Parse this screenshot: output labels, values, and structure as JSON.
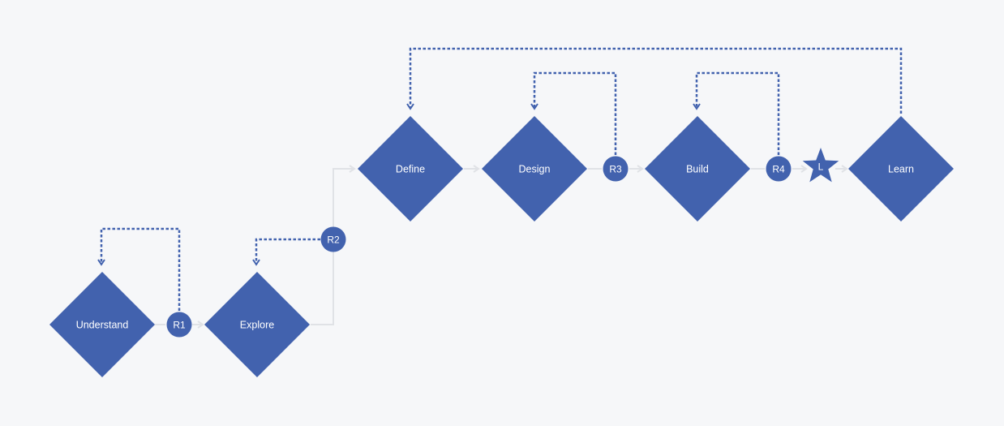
{
  "colors": {
    "background": "#f6f7f9",
    "shape_fill": "#4262ae",
    "flow_line": "#e0e2e6",
    "feedback_line": "#4262ae",
    "label_text": "#ffffff"
  },
  "stages": {
    "understand": "Understand",
    "explore": "Explore",
    "define": "Define",
    "design": "Design",
    "build": "Build",
    "learn": "Learn"
  },
  "checkpoints": {
    "r1": "R1",
    "r2": "R2",
    "r3": "R3",
    "r4": "R4",
    "launch": "L"
  }
}
